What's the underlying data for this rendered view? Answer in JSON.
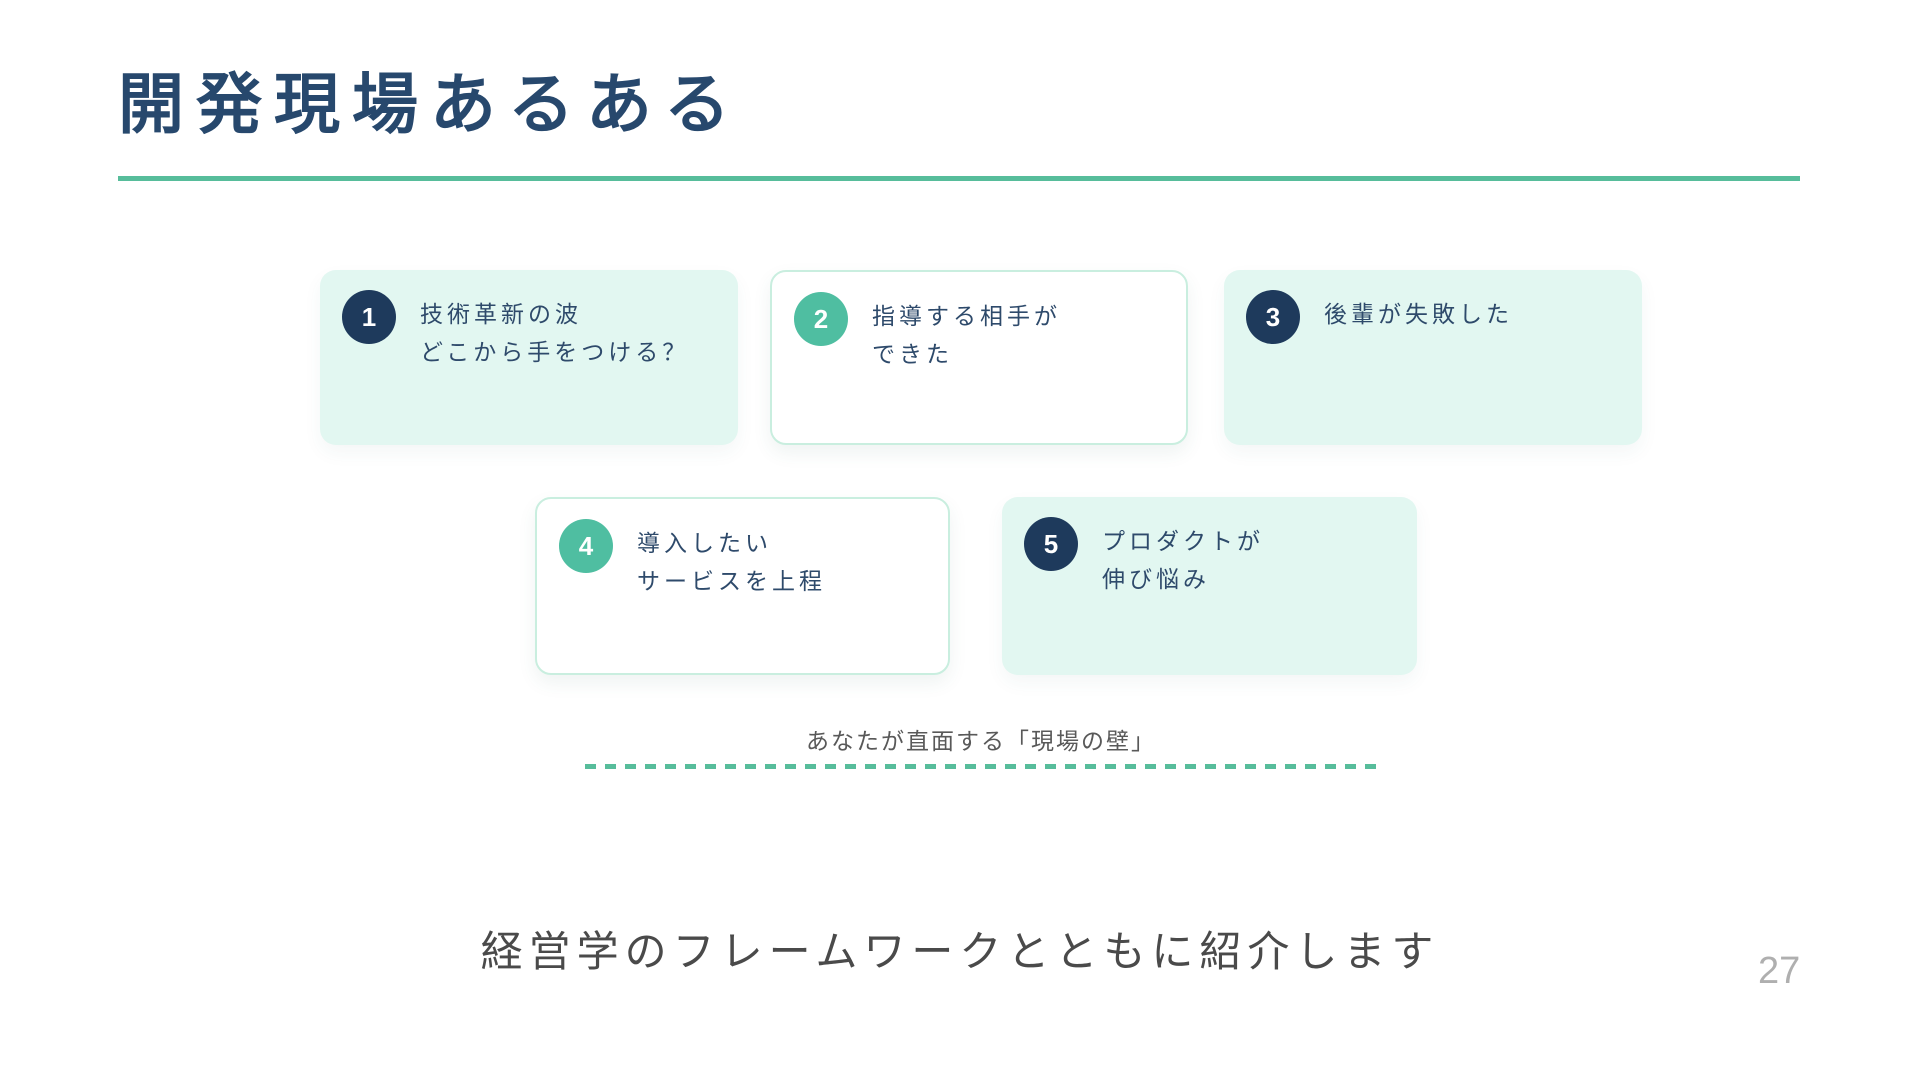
{
  "slide": {
    "title": "開発現場あるある",
    "caption": "あなたが直面する「現場の壁」",
    "footer": "経営学のフレームワークとともに紹介します",
    "page_number": "27",
    "cards": [
      {
        "number": "1",
        "variant": "mint",
        "lines": [
          "技術革新の波",
          "どこから手をつける？"
        ]
      },
      {
        "number": "2",
        "variant": "white",
        "lines": [
          "指導する相手が",
          "できた"
        ]
      },
      {
        "number": "3",
        "variant": "mint",
        "lines": [
          "後輩が失敗した"
        ]
      },
      {
        "number": "4",
        "variant": "white",
        "lines": [
          "導入したい",
          "サービスを上程"
        ]
      },
      {
        "number": "5",
        "variant": "mint",
        "lines": [
          "プロダクトが",
          "伸び悩み"
        ]
      }
    ]
  },
  "colors": {
    "title_text": "#27486D",
    "accent_line": "#57BD9B",
    "navy_badge": "#1E3A5C",
    "teal_badge": "#4FBEA1",
    "mint_card_bg": "#E2F7F1",
    "white_card_border": "#C9EEDF",
    "card_text": "#2E4A6B",
    "caption_text": "#595959",
    "footer_text": "#4A4A4A",
    "page_number_text": "#AFAFAF"
  }
}
